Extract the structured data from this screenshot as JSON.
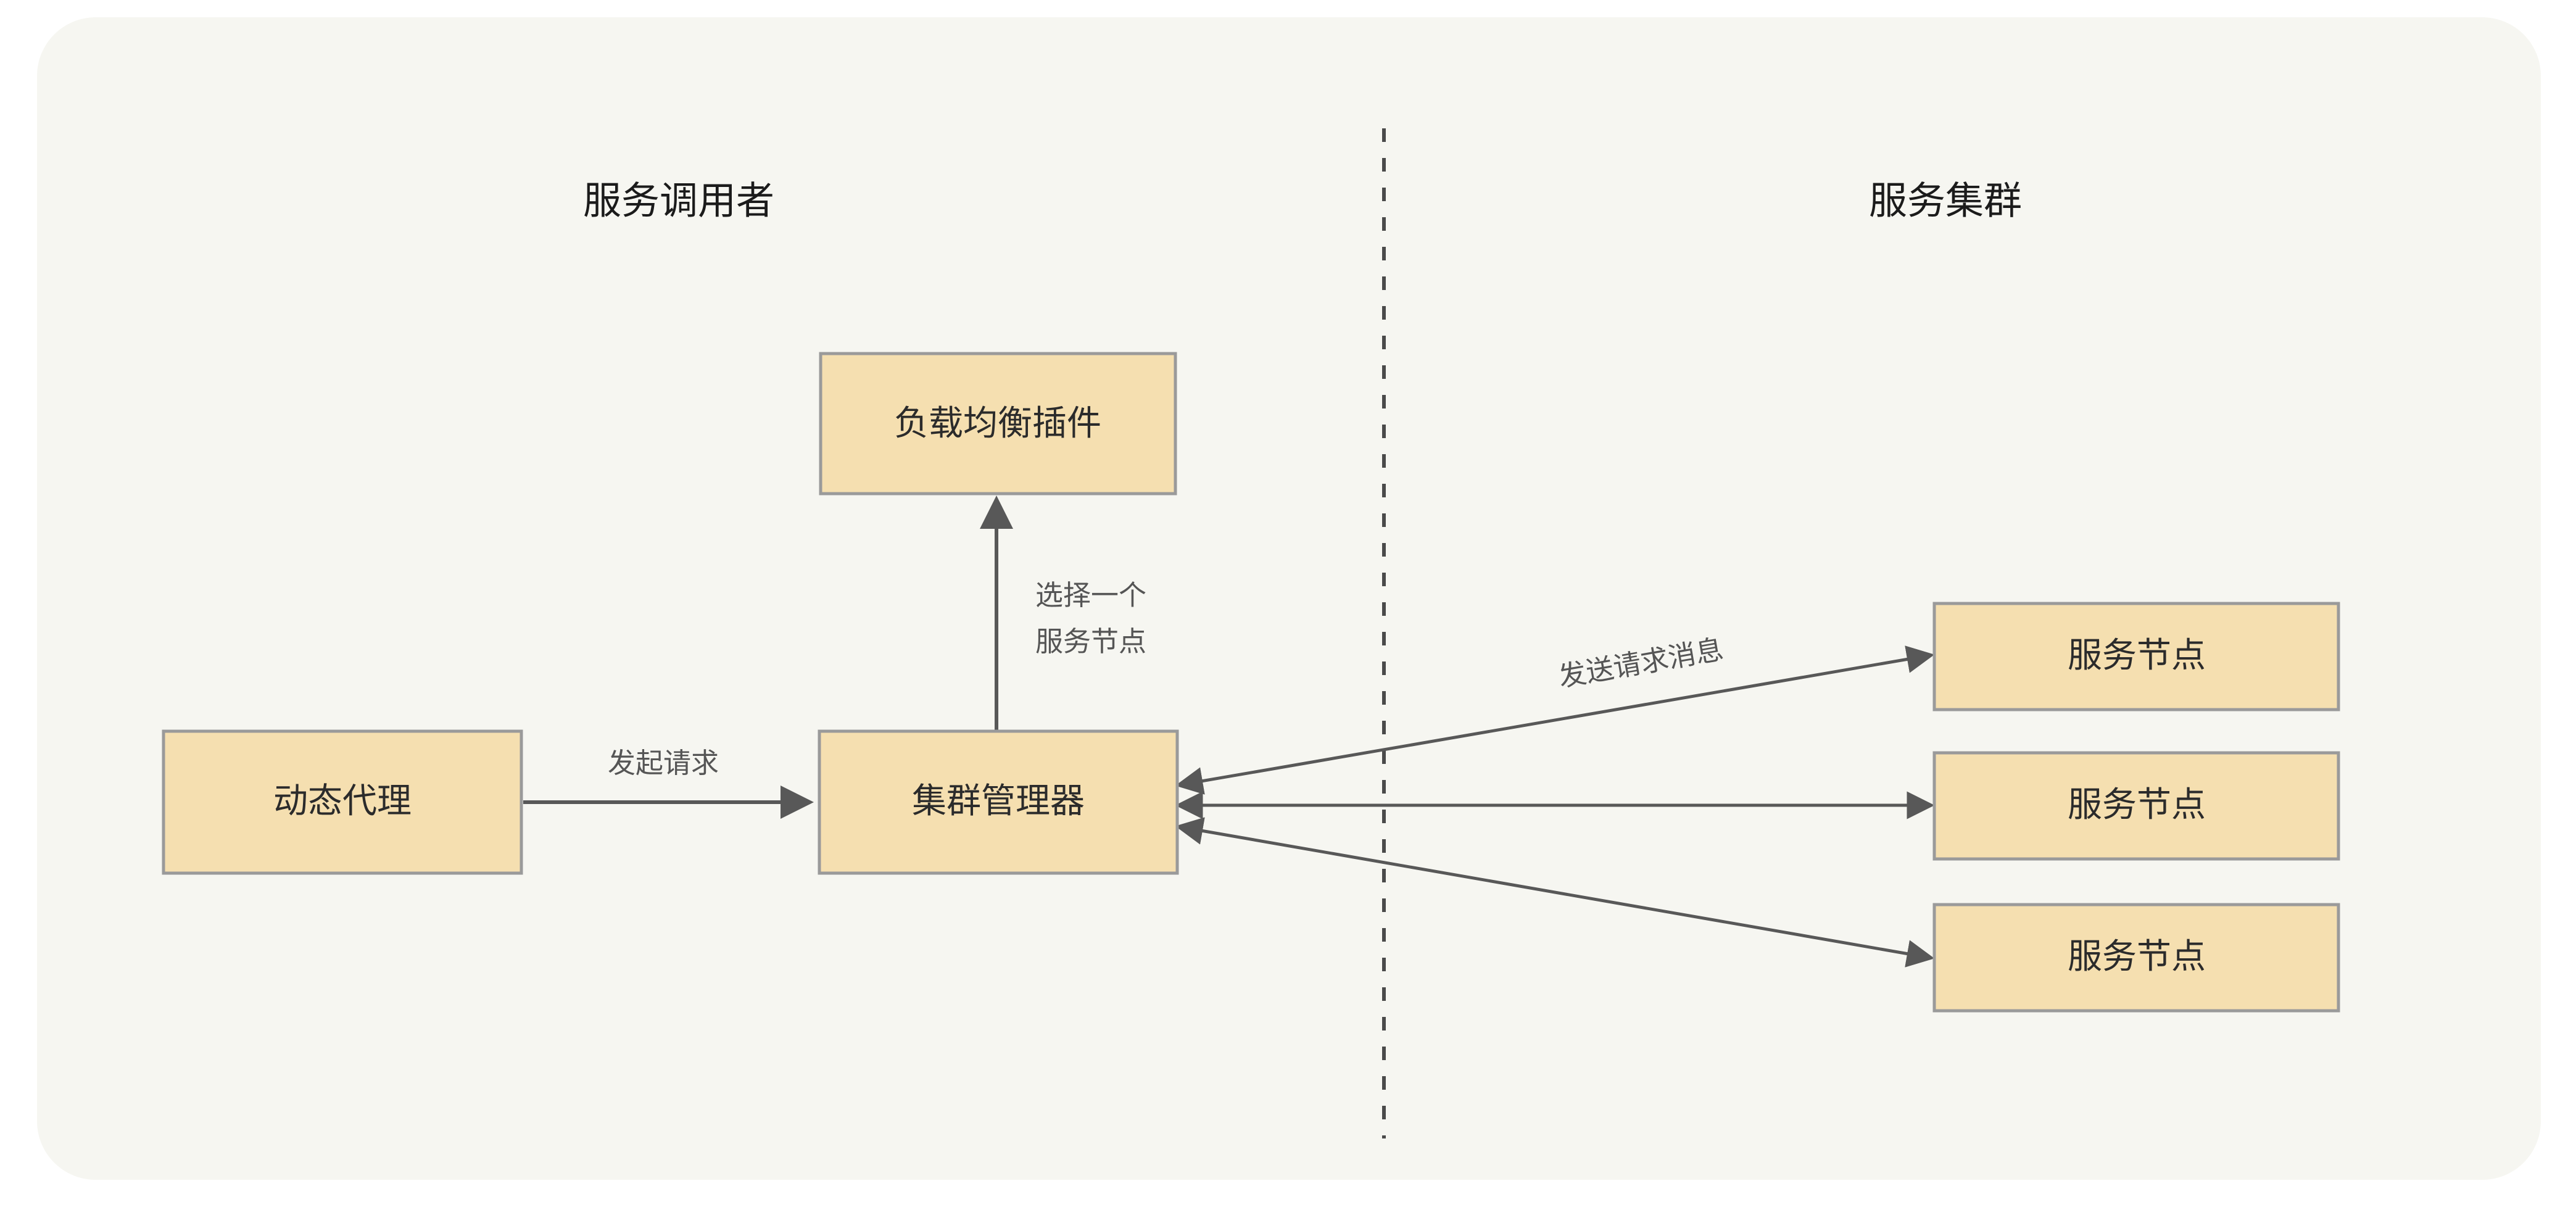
{
  "diagram": {
    "title_left": "服务调用者",
    "title_right": "服务集群",
    "colors": {
      "canvas": "#f6f6f1",
      "page": "#ffffff",
      "node_fill": "#f5dfb0",
      "node_stroke": "#9a9a9a",
      "edge": "#585858",
      "divider": "#4a4a4a",
      "node_text": "#2b2b2b",
      "edge_text": "#555555"
    },
    "nodes": {
      "load_balancer": "负载均衡插件",
      "dynamic_proxy": "动态代理",
      "cluster_manager": "集群管理器",
      "service_node_1": "服务节点",
      "service_node_2": "服务节点",
      "service_node_3": "服务节点"
    },
    "edge_labels": {
      "invoke_request": "发起请求",
      "select_node_line1": "选择一个",
      "select_node_line2": "服务节点",
      "send_request_message": "发送请求消息"
    }
  }
}
